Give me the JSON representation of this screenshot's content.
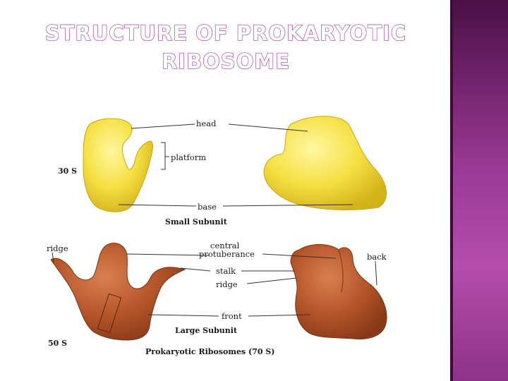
{
  "slide": {
    "title_line1": "STRUCTURE OF PROKARYOTIC",
    "title_line2": "RIBOSOME",
    "accent_color": "#9b3da0",
    "side_band_color": "#8e3289"
  },
  "diagram": {
    "small_subunit": {
      "caption": "Small Subunit",
      "sedimentation": "30 S",
      "color": "#f5e042",
      "labels": {
        "head": "head",
        "platform": "platform",
        "base": "base"
      }
    },
    "large_subunit": {
      "caption": "Large Subunit",
      "sedimentation": "50 S",
      "color": "#b5562a",
      "labels": {
        "ridge_left": "ridge",
        "central_protuberance_line1": "central",
        "central_protuberance_line2": "protuberance",
        "stalk": "stalk",
        "ridge": "ridge",
        "back": "back",
        "front": "front"
      }
    },
    "caption": "Prokaryotic Ribosomes (70 S)"
  }
}
